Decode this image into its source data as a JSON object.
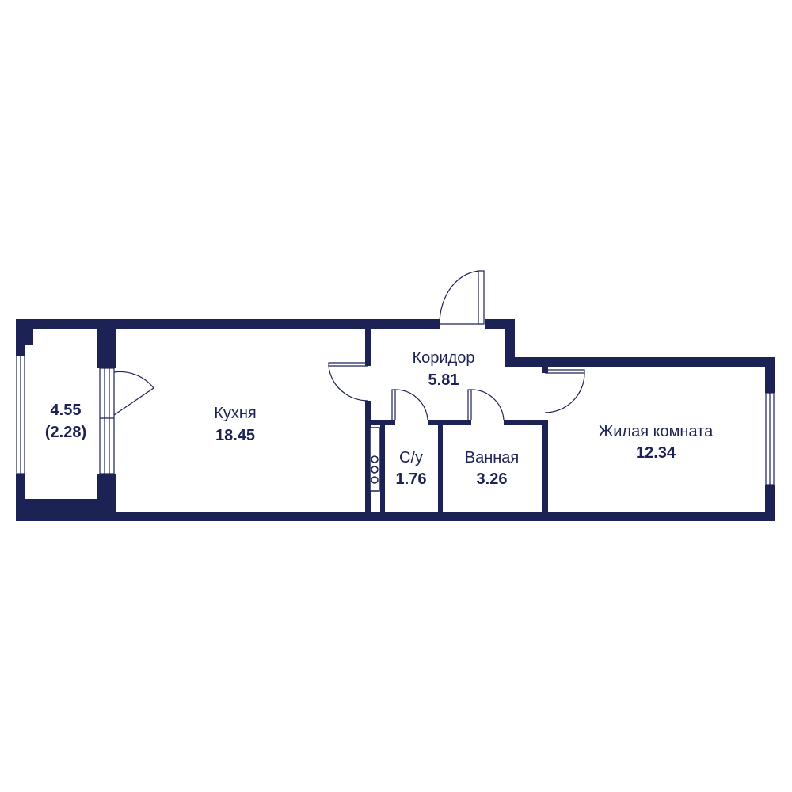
{
  "plan": {
    "wall_color": "#1c2254",
    "background": "#ffffff",
    "rooms": [
      {
        "id": "balcony",
        "name": "",
        "area": "4.55",
        "extra": "(2.28)"
      },
      {
        "id": "kitchen",
        "name": "Кухня",
        "area": "18.45"
      },
      {
        "id": "corridor",
        "name": "Коридор",
        "area": "5.81"
      },
      {
        "id": "wc",
        "name": "С/у",
        "area": "1.76"
      },
      {
        "id": "bathroom",
        "name": "Ванная",
        "area": "3.26"
      },
      {
        "id": "living",
        "name": "Жилая комната",
        "area": "12.34"
      }
    ]
  }
}
